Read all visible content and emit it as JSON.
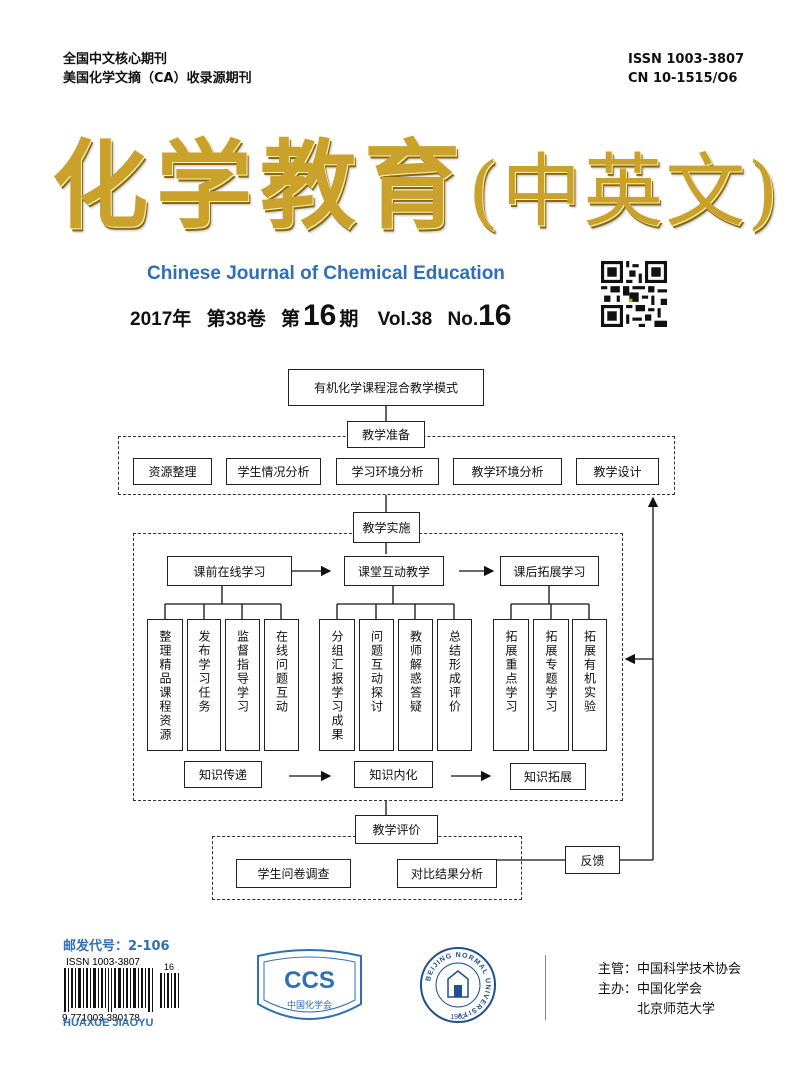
{
  "header": {
    "left_line1": "全国中文核心期刊",
    "left_line2": "美国化学文摘（CA）收录源期刊",
    "issn": "ISSN 1003-3807",
    "cn": "CN 10-1515/O6"
  },
  "title": {
    "main": "化学教育",
    "paren": "(中英文)",
    "english": "Chinese Journal of Chemical Education"
  },
  "issue": {
    "year": "2017年",
    "volume_cn": "第38卷",
    "issue_prefix": "第",
    "issue_num": "16",
    "issue_suffix": "期",
    "vol": "Vol.38",
    "no_label": "No.",
    "no_num": "16"
  },
  "diagram": {
    "top": "有机化学课程混合教学模式",
    "prep": {
      "label": "教学准备",
      "items": [
        "资源整理",
        "学生情况分析",
        "学习环境分析",
        "教学环境分析",
        "教学设计"
      ]
    },
    "impl": {
      "label": "教学实施",
      "stages": [
        "课前在线学习",
        "课堂互动教学",
        "课后拓展学习"
      ],
      "group1": [
        "整理精品课程资源",
        "发布学习任务",
        "监督指导学习",
        "在线问题互动"
      ],
      "group2": [
        "分组汇报学习成果",
        "问题互动探讨",
        "教师解惑答疑",
        "总结形成评价"
      ],
      "group3": [
        "拓展重点学习",
        "拓展专题学习",
        "拓展有机实验"
      ],
      "knowledge": [
        "知识传递",
        "知识内化",
        "知识拓展"
      ]
    },
    "eval": {
      "label": "教学评价",
      "items": [
        "学生问卷调查",
        "对比结果分析"
      ],
      "feedback": "反馈"
    }
  },
  "footer": {
    "postal": "邮发代号：2-106",
    "barcode_issn": "ISSN 1003-3807",
    "barcode_digits": "9 771003 380178",
    "barcode_addon": "16",
    "pinyin": "HUAXUE JIAOYU",
    "ccs_letters": "CCS",
    "ccs_name": "中国化学会",
    "bnu_ring": "BEIJING NORMAL UNIVERSITY",
    "bnu_year": "1902",
    "supervisor_label": "主管：",
    "supervisor": "中国科学技术协会",
    "sponsor_label": "主办：",
    "sponsor1": "中国化学会",
    "sponsor2": "北京师范大学"
  },
  "colors": {
    "accent_blue": "#2f6fb5",
    "title_gold": "#caa12b"
  }
}
